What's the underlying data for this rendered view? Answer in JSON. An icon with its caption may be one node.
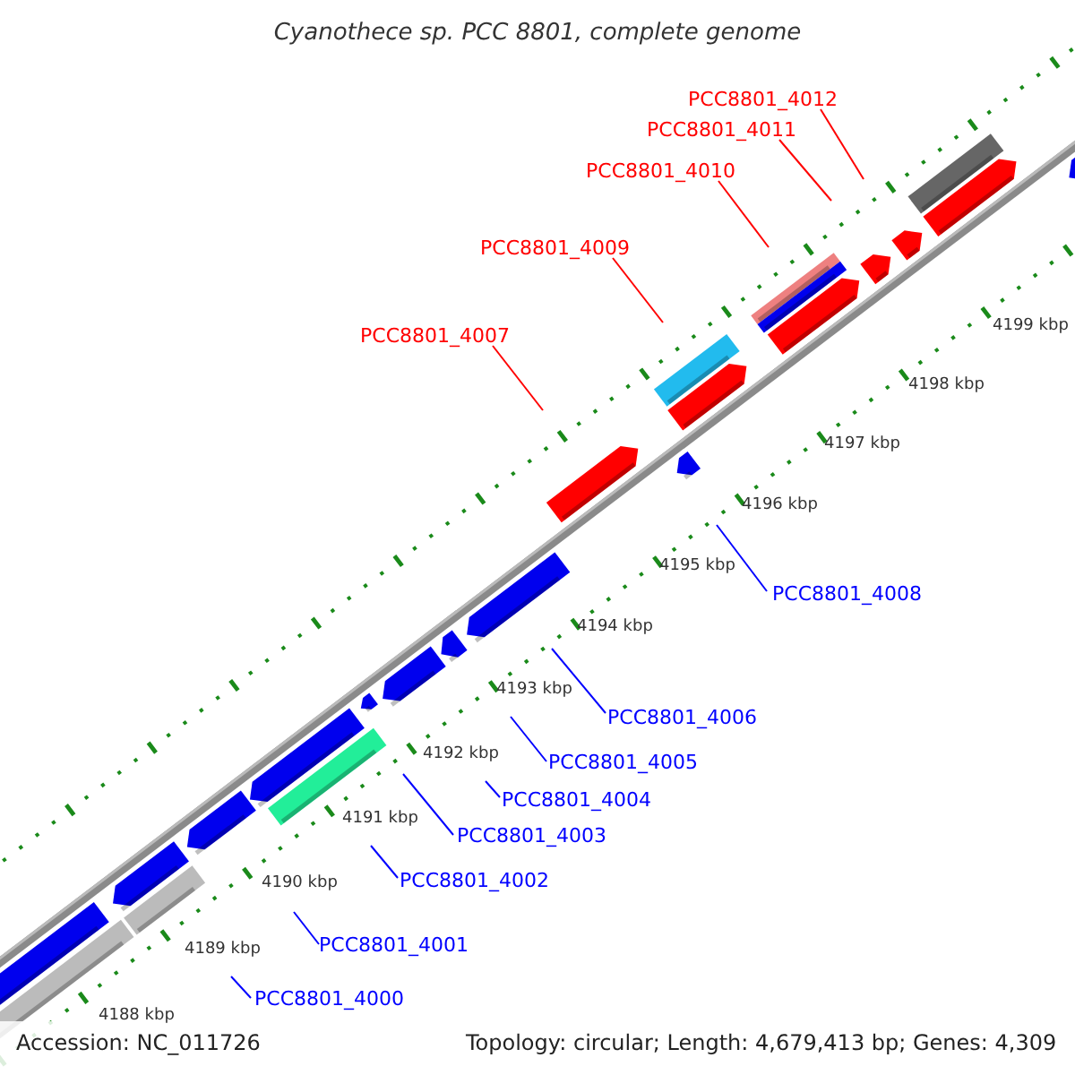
{
  "diagram": {
    "title": "Cyanothece sp. PCC 8801, complete genome",
    "nodes": [
      {
        "text": [
          "PCC8801_4012"
        ]
      },
      {
        "text": [
          "PCC8801_4011"
        ]
      },
      {
        "text": [
          "PCC8801_4010"
        ]
      },
      {
        "text": [
          "PCC8801_4009"
        ]
      },
      {
        "text": [
          "PCC8801_4007"
        ]
      },
      {
        "text": [
          "PCC8801_4008"
        ]
      },
      {
        "text": [
          "PCC8801_4006"
        ]
      },
      {
        "text": [
          "PCC8801_4005"
        ]
      },
      {
        "text": [
          "PCC8801_4004"
        ]
      },
      {
        "text": [
          "PCC8801_4003"
        ]
      },
      {
        "text": [
          "PCC8801_4002"
        ]
      },
      {
        "text": [
          "PCC8801_4001"
        ]
      },
      {
        "text": [
          "PCC8801_4000"
        ]
      }
    ],
    "edges": [
      {
        "from": 0,
        "to": null,
        "arrow": "none",
        "color": "#ff0000"
      },
      {
        "from": 1,
        "to": null,
        "arrow": "none",
        "color": "#ff0000"
      },
      {
        "from": 2,
        "to": null,
        "arrow": "none",
        "color": "#ff0000"
      },
      {
        "from": 3,
        "to": null,
        "arrow": "none",
        "color": "#ff0000"
      },
      {
        "from": 4,
        "to": null,
        "arrow": "none",
        "color": "#ff0000"
      },
      {
        "from": 5,
        "to": null,
        "arrow": "none"
      },
      {
        "from": 6,
        "to": null,
        "arrow": "none"
      },
      {
        "from": 7,
        "to": null,
        "arrow": "none"
      },
      {
        "from": 8,
        "to": null,
        "arrow": "none"
      },
      {
        "from": 9,
        "to": null,
        "arrow": "none"
      },
      {
        "from": 10,
        "to": null,
        "arrow": "none"
      },
      {
        "from": 11,
        "to": null,
        "arrow": "none"
      },
      {
        "from": 12,
        "to": null,
        "arrow": "none"
      }
    ],
    "labels": [
      "4199 kbp",
      "4198 kbp",
      "4197 kbp",
      "4196 kbp",
      "4195 kbp",
      "4194 kbp",
      "4193 kbp",
      "4192 kbp",
      "4191 kbp",
      "4190 kbp",
      "4189 kbp",
      "4188 kbp",
      "Accession: NC_011726",
      "Topology: circular; Length: 4,679,413 bp; Genes: 4,309"
    ]
  }
}
